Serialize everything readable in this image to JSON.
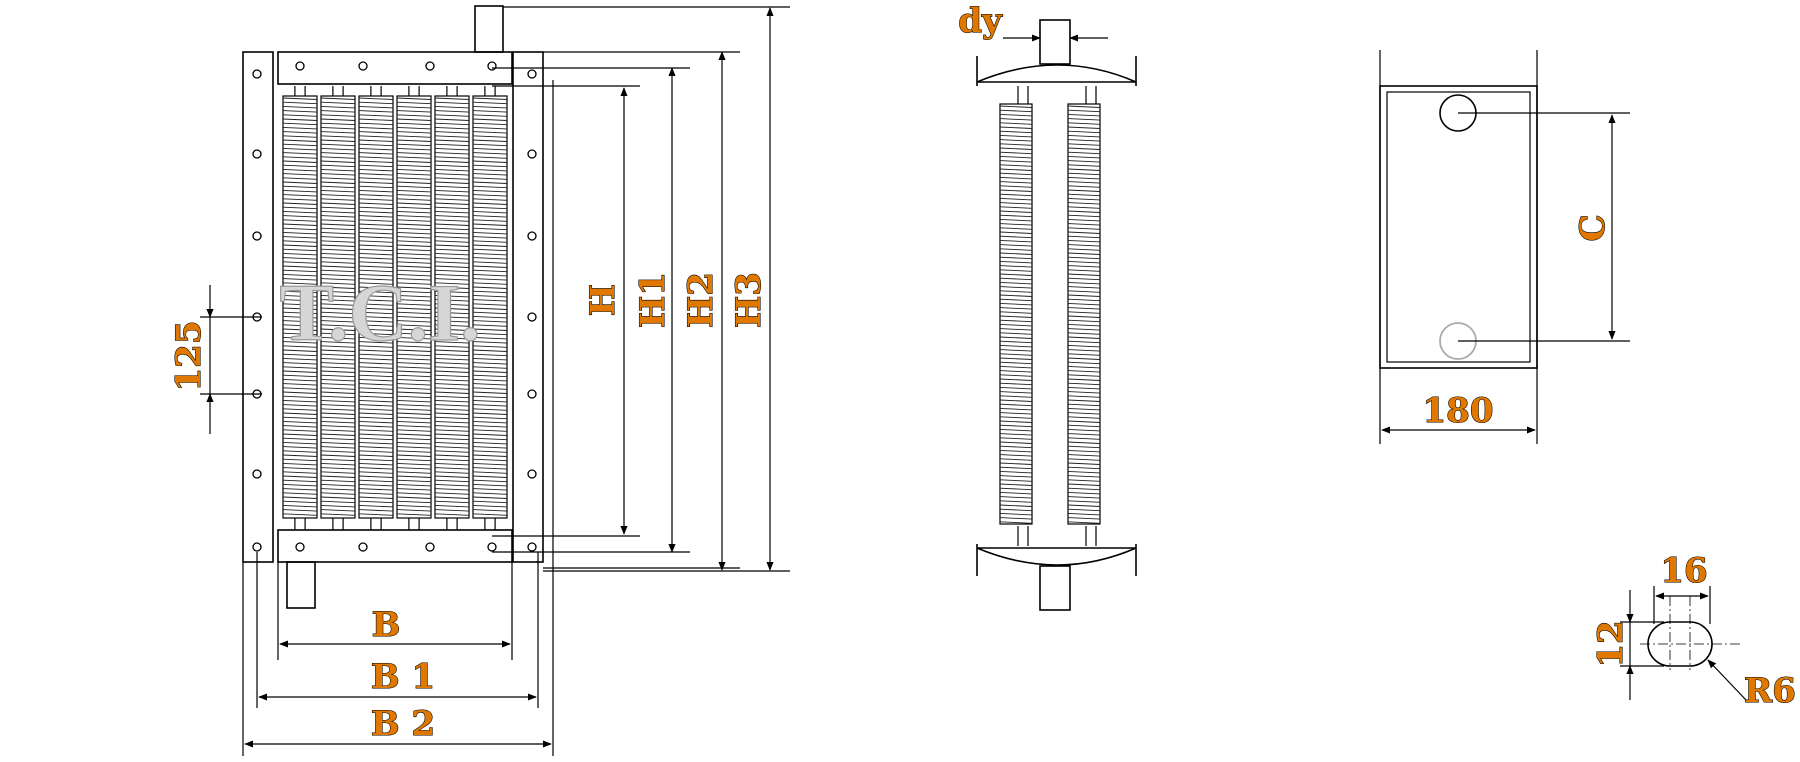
{
  "labels": {
    "dy": "dy",
    "h": "H",
    "h1": "H1",
    "h2": "H2",
    "h3": "H3",
    "b": "B",
    "b1": "B 1",
    "b2": "B 2",
    "pitch": "125",
    "c": "C",
    "width_180": "180",
    "slot_width": "16",
    "slot_height": "12",
    "radius": "R6"
  },
  "watermark": "T.C.I.",
  "colors": {
    "dimension_text": "#e07800",
    "line": "#000000",
    "watermark": "#d6d6d6"
  }
}
